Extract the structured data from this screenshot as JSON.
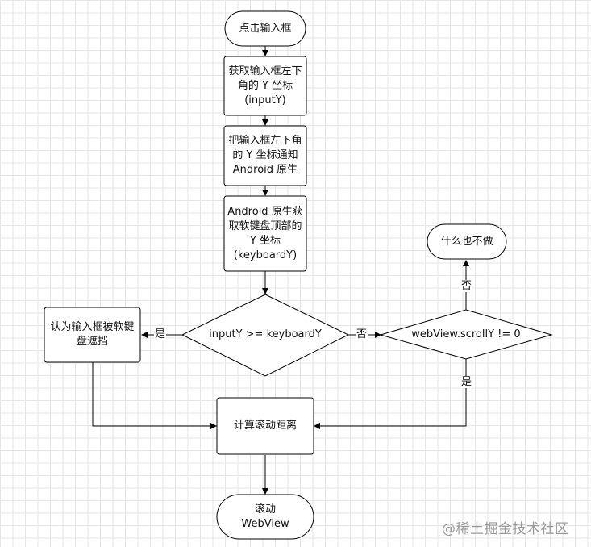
{
  "nodes": {
    "start": "点击输入框",
    "get_input_y": "获取输入框左下\n角的 Y 坐标\n(inputY)",
    "notify_android": "把输入框左下角\n的 Y 坐标通知\nAndroid 原生",
    "get_keyboard_y": "Android 原生获\n取软键盘顶部的\nY 坐标\n(keyboardY)",
    "compare_decision": "inputY >= keyboardY",
    "scroll_decision": "webView.scrollY != 0",
    "do_nothing": "什么也不做",
    "covered": "认为输入框被软键\n盘遮挡",
    "calc_distance": "计算滚动距离",
    "scroll_webview": "滚动\nWebView"
  },
  "edge_labels": {
    "yes_left": "是",
    "no_right": "否",
    "no_up": "否",
    "yes_down": "是"
  },
  "watermark": "@稀土掘金技术社区",
  "colors": {
    "stroke": "#000000",
    "fill": "#ffffff",
    "grid": "#e6e6e6",
    "watermark": "#9a9a9a"
  }
}
